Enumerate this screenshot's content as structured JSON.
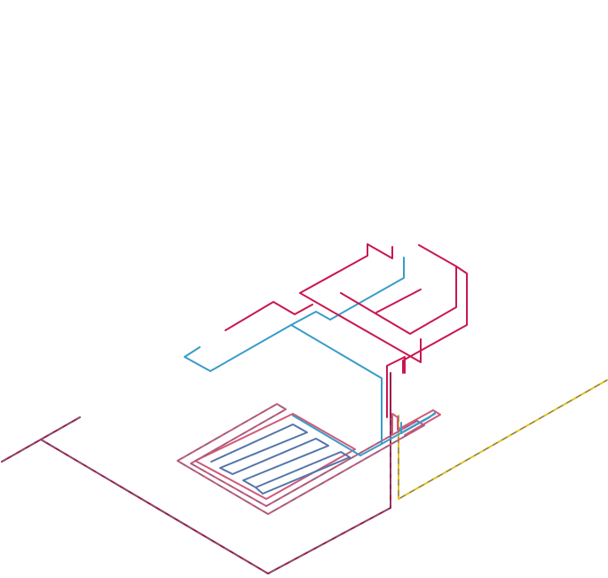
{
  "colors": {
    "background": "#ffffff",
    "supply_red": "#c8174f",
    "return_maroon": "#9b1a45",
    "cold_blue": "#3a9cc8",
    "floor_heating_pink": "#d05a78",
    "floor_heating_blue": "#4a7ab8",
    "gas_yellow": "#e6c21a",
    "dash_overlay": "#6a6a8a"
  },
  "systems": [
    {
      "name": "supply-line",
      "color_key": "supply_red"
    },
    {
      "name": "return-line",
      "color_key": "return_maroon"
    },
    {
      "name": "cold-water-line",
      "color_key": "cold_blue"
    },
    {
      "name": "floor-heating-loop",
      "color_key": "floor_heating_pink"
    },
    {
      "name": "gas-line",
      "color_key": "gas_yellow"
    }
  ]
}
